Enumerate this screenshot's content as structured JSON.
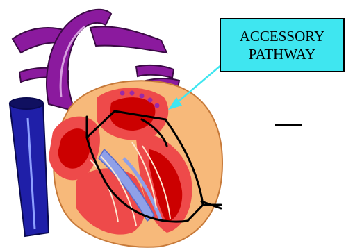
{
  "callout": {
    "line1": "ACCESSORY",
    "line2": "PATHWAY"
  },
  "colors": {
    "callout_fill": "#3fe6f0",
    "callout_arrow": "#3fe6f0",
    "great_vessels": "#8b1a9e",
    "vena_cava": "#1f1fa8",
    "myocardium_outer": "#f7b97a",
    "myocardium_inner": "#ee4a4a",
    "blood_chamber": "#cc0000",
    "septum": "#8fa0e8",
    "pathway_line": "#000000"
  },
  "icons": [
    "heart-cross-section",
    "aorta",
    "pulmonary-artery",
    "superior-vena-cava",
    "conduction-pathway-arrow"
  ]
}
